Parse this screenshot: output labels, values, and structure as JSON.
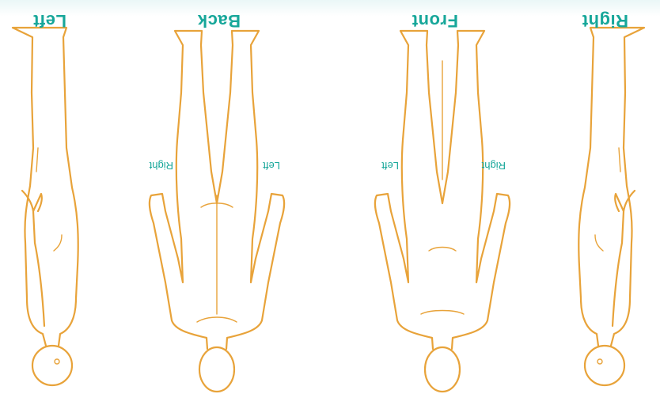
{
  "labels": {
    "right_view": "Right",
    "front_view": "Front",
    "back_view": "Back",
    "left_view": "Left",
    "front_right": "Right",
    "front_left": "Left",
    "back_left": "Left",
    "back_right": "Right"
  },
  "colors": {
    "outline": "#E8A33A",
    "label": "#17A79A",
    "background": "#ffffff"
  }
}
